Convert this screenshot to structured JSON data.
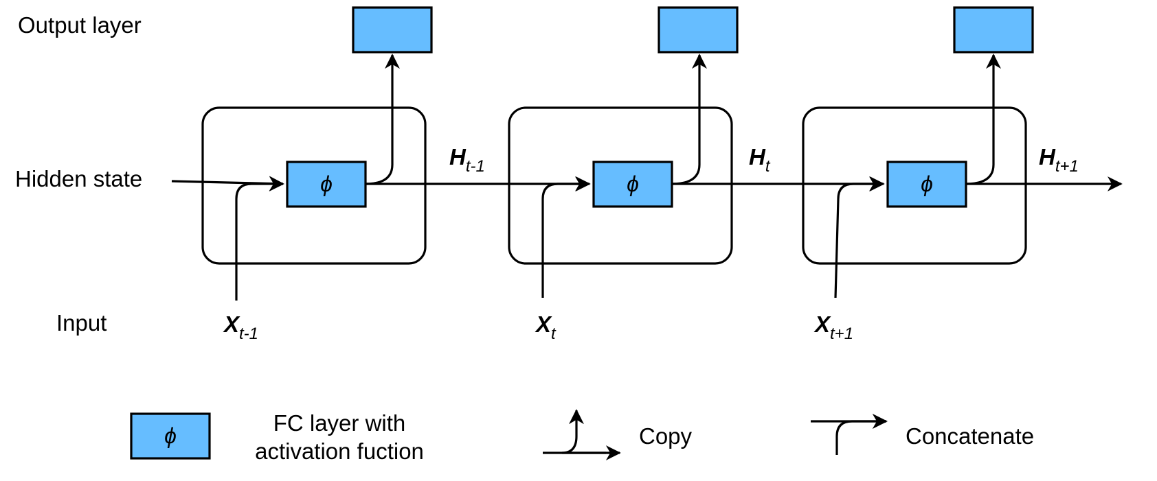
{
  "labels": {
    "output_layer": "Output layer",
    "hidden_state": "Hidden state",
    "input": "Input"
  },
  "fc_symbol": "ϕ",
  "timesteps": [
    {
      "input_base": "X",
      "input_sub": "t-1",
      "hidden_base": "H",
      "hidden_sub": "t-1"
    },
    {
      "input_base": "X",
      "input_sub": "t",
      "hidden_base": "H",
      "hidden_sub": "t"
    },
    {
      "input_base": "X",
      "input_sub": "t+1",
      "hidden_base": "H",
      "hidden_sub": "t+1"
    }
  ],
  "legend": {
    "fc_line1": "FC layer with",
    "fc_line2": "activation fuction",
    "copy": "Copy",
    "concatenate": "Concatenate"
  },
  "colors": {
    "fc_fill": "#66bdff",
    "stroke": "#000000"
  }
}
